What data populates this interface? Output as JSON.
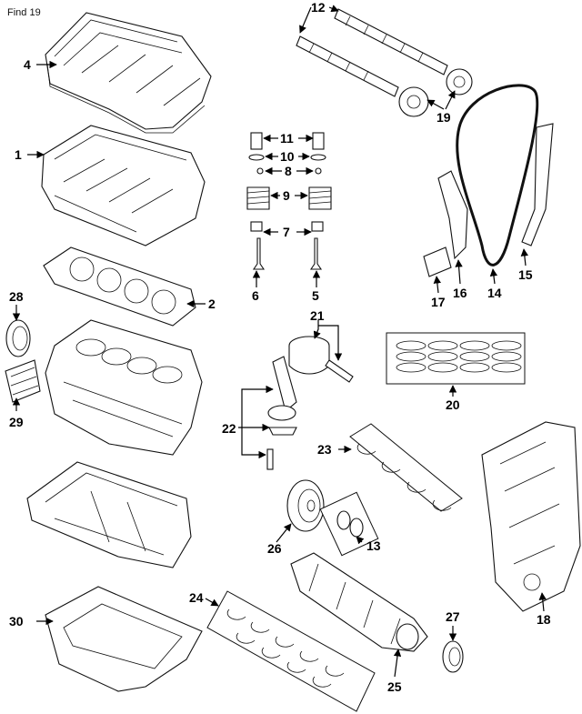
{
  "find_link": "Find 19",
  "callouts": [
    {
      "id": "1",
      "label": "1"
    },
    {
      "id": "2",
      "label": "2"
    },
    {
      "id": "4",
      "label": "4"
    },
    {
      "id": "5",
      "label": "5"
    },
    {
      "id": "6",
      "label": "6"
    },
    {
      "id": "7",
      "label": "7"
    },
    {
      "id": "8",
      "label": "8"
    },
    {
      "id": "9",
      "label": "9"
    },
    {
      "id": "10",
      "label": "10"
    },
    {
      "id": "11",
      "label": "11"
    },
    {
      "id": "12",
      "label": "12"
    },
    {
      "id": "13",
      "label": "13"
    },
    {
      "id": "14",
      "label": "14"
    },
    {
      "id": "15",
      "label": "15"
    },
    {
      "id": "16",
      "label": "16"
    },
    {
      "id": "17",
      "label": "17"
    },
    {
      "id": "18",
      "label": "18"
    },
    {
      "id": "19",
      "label": "19"
    },
    {
      "id": "20",
      "label": "20"
    },
    {
      "id": "21",
      "label": "21"
    },
    {
      "id": "22",
      "label": "22"
    },
    {
      "id": "23",
      "label": "23"
    },
    {
      "id": "24",
      "label": "24"
    },
    {
      "id": "25",
      "label": "25"
    },
    {
      "id": "26",
      "label": "26"
    },
    {
      "id": "27",
      "label": "27"
    },
    {
      "id": "28",
      "label": "28"
    },
    {
      "id": "29",
      "label": "29"
    },
    {
      "id": "30",
      "label": "30"
    }
  ]
}
